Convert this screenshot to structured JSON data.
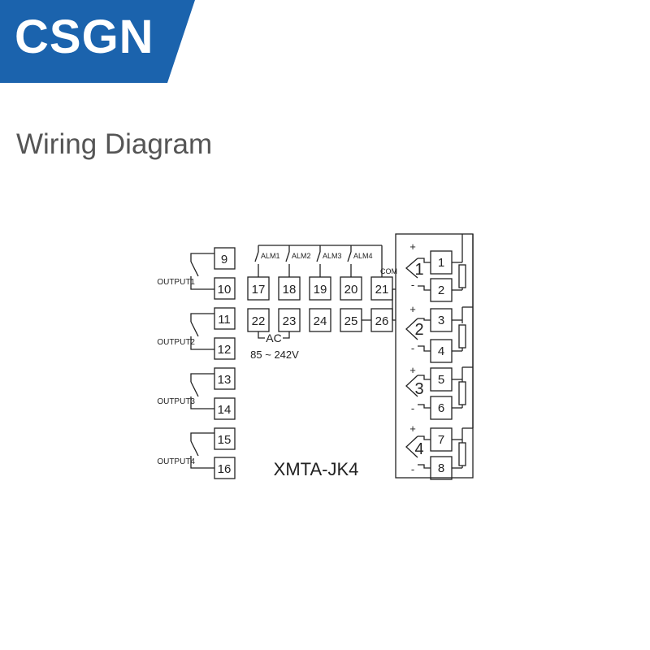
{
  "brand": {
    "name": "CSGN",
    "color": "#1b63ad"
  },
  "page_title": "Wiring Diagram",
  "diagram": {
    "model": "XMTA-JK4",
    "outputs": [
      "OUTPUT1",
      "OUTPUT2",
      "OUTPUT3",
      "OUTPUT4"
    ],
    "alarms": [
      "ALM1",
      "ALM2",
      "ALM3",
      "ALM4"
    ],
    "com_label": "COM",
    "power": {
      "label": "AC",
      "range": "85 ~ 242V"
    },
    "channels": [
      "1",
      "2",
      "3",
      "4"
    ],
    "plus": "+",
    "minus": "-",
    "terminals": {
      "t1": "1",
      "t2": "2",
      "t3": "3",
      "t4": "4",
      "t5": "5",
      "t6": "6",
      "t7": "7",
      "t8": "8",
      "t9": "9",
      "t10": "10",
      "t11": "11",
      "t12": "12",
      "t13": "13",
      "t14": "14",
      "t15": "15",
      "t16": "16",
      "t17": "17",
      "t18": "18",
      "t19": "19",
      "t20": "20",
      "t21": "21",
      "t22": "22",
      "t23": "23",
      "t24": "24",
      "t25": "25",
      "t26": "26"
    }
  }
}
